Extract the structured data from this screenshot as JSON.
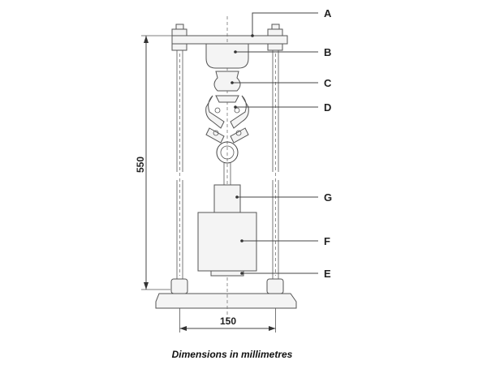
{
  "callouts": {
    "a": "A",
    "b": "B",
    "c": "C",
    "d": "D",
    "g": "G",
    "f": "F",
    "e": "E"
  },
  "dimensions": {
    "height": "550",
    "width": "150"
  },
  "caption": "Dimensions in millimetres"
}
